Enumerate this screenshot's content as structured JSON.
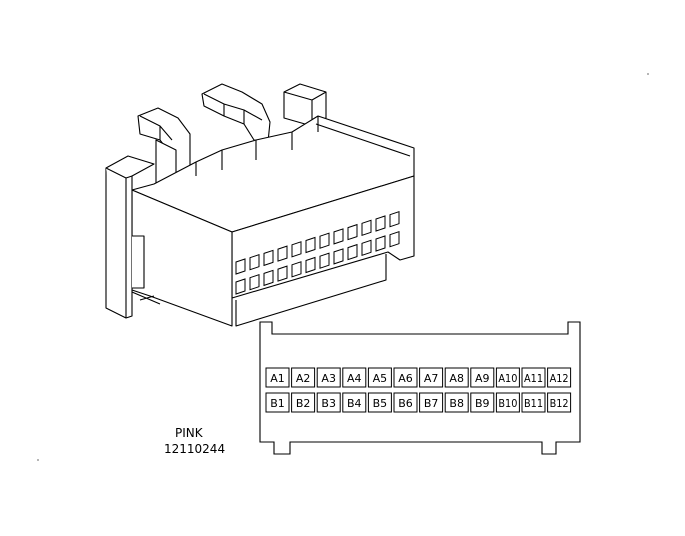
{
  "connector": {
    "color_label": "PINK",
    "part_number": "12110244"
  },
  "pinout": {
    "rows": [
      [
        "A1",
        "A2",
        "A3",
        "A4",
        "A5",
        "A6",
        "A7",
        "A8",
        "A9",
        "A10",
        "A11",
        "A12"
      ],
      [
        "B1",
        "B2",
        "B3",
        "B4",
        "B5",
        "B6",
        "B7",
        "B8",
        "B9",
        "B10",
        "B11",
        "B12"
      ]
    ]
  },
  "colors": {
    "line": "#000000",
    "background": "#ffffff"
  }
}
